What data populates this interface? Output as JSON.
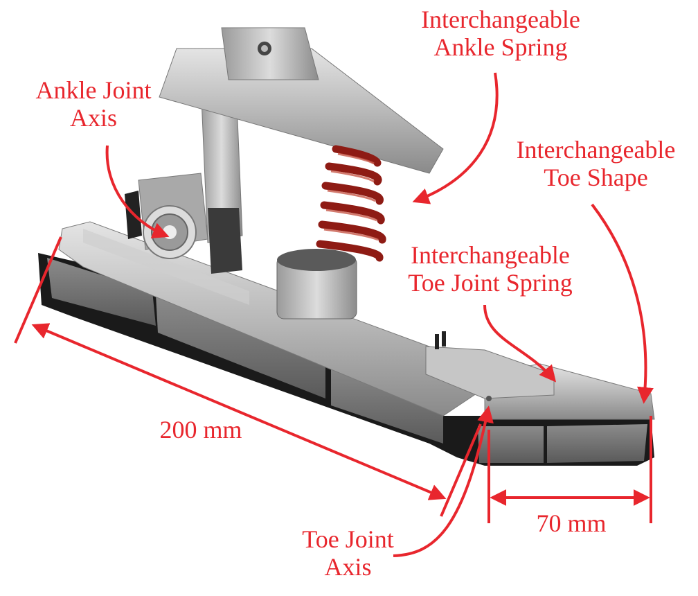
{
  "figure": {
    "subject": "Prosthetic foot with ankle and toe joints",
    "annotation_color": "#e8262d"
  },
  "labels": {
    "ankle_spring": {
      "line1": "Interchangeable",
      "line2": "Ankle Spring"
    },
    "ankle_axis": {
      "line1": "Ankle Joint",
      "line2": "Axis"
    },
    "toe_shape": {
      "line1": "Interchangeable",
      "line2": "Toe Shape"
    },
    "toe_spring": {
      "line1": "Interchangeable",
      "line2": "Toe Joint Spring"
    },
    "toe_axis": {
      "line1": "Toe Joint",
      "line2": "Axis"
    }
  },
  "dimensions": {
    "foot_length": "200 mm",
    "toe_length": "70 mm"
  }
}
